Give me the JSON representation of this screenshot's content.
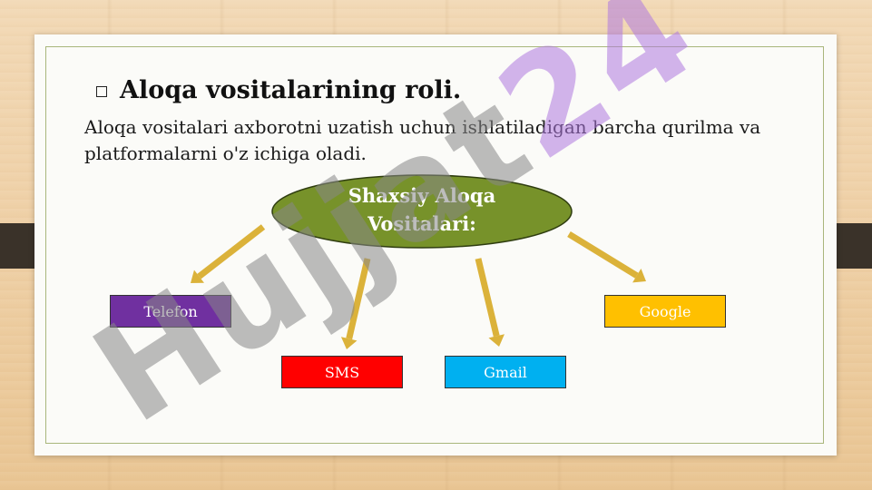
{
  "slide": {
    "title": "Aloqa vositalarining roli.",
    "description": "Aloqa vositalari axborotni uzatish uchun ishlatiladigan barcha qurilma va platformalarni o'z ichiga oladi."
  },
  "diagram": {
    "center_label_line1": "Shaxsiy Aloqa",
    "center_label_line2": "Vositalari:",
    "center_color": "#77922a",
    "arrow_color": "#dbb23a",
    "nodes": [
      {
        "label": "Telefon",
        "color": "#7030a0",
        "text_color": "#ffffff"
      },
      {
        "label": "SMS",
        "color": "#ff0000",
        "text_color": "#ffffff"
      },
      {
        "label": "Gmail",
        "color": "#00b0f0",
        "text_color": "#ffffff"
      },
      {
        "label": "Google",
        "color": "#ffc000",
        "text_color": "#ffffff"
      }
    ]
  },
  "watermark": {
    "text": "Hujjat24",
    "gray": "#888888",
    "purple": "#b07ae0"
  }
}
